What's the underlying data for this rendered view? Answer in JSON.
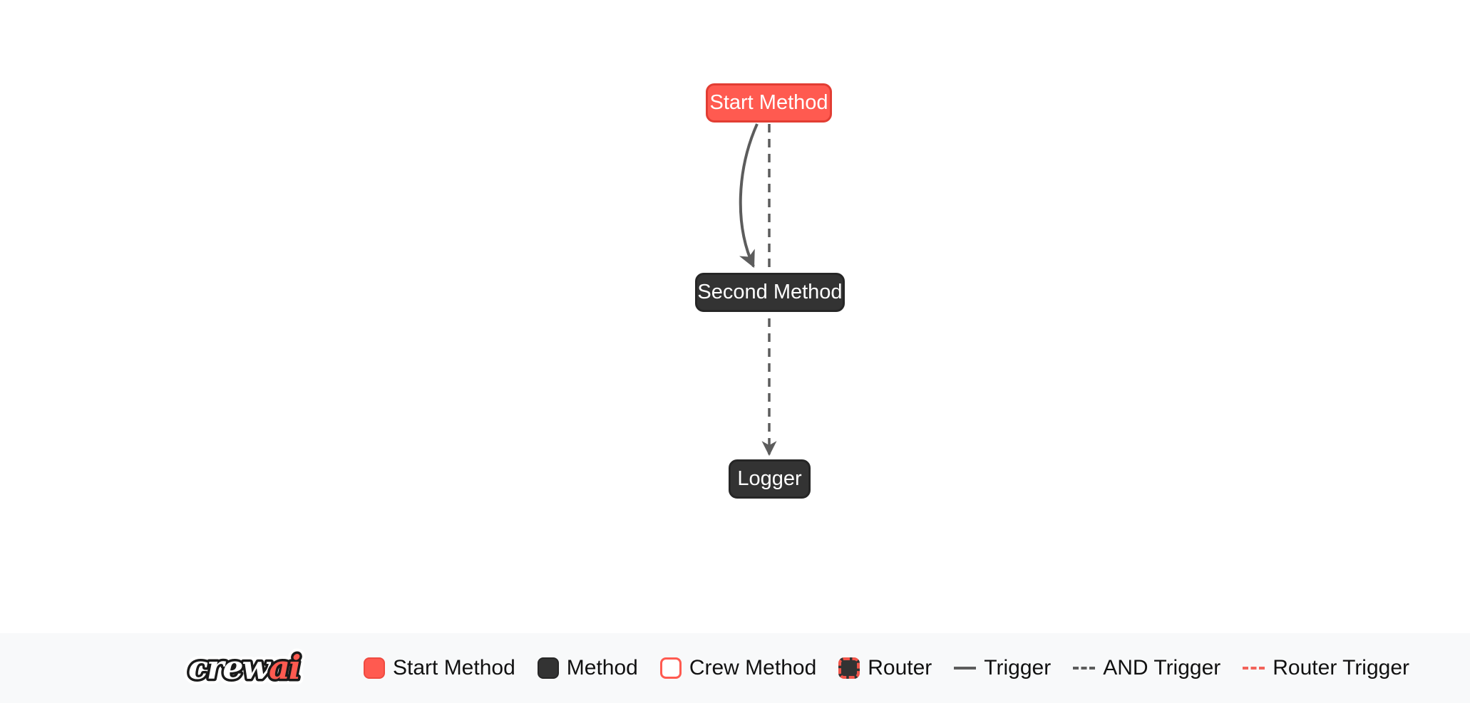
{
  "canvas": {
    "nodes": [
      {
        "label": "Start Method",
        "type": "start-method"
      },
      {
        "label": "Second Method",
        "type": "method"
      },
      {
        "label": "Logger",
        "type": "method"
      }
    ],
    "edges": [
      {
        "from": "Start Method",
        "to": "Second Method",
        "kind": "trigger",
        "style": "solid-curved-arrow"
      },
      {
        "from": "Start Method",
        "to": "Logger",
        "kind": "and-trigger",
        "style": "dashed-straight-arrow"
      }
    ]
  },
  "legend": {
    "logo": {
      "crew": "crew",
      "ai": "ai"
    },
    "items": [
      {
        "label": "Start Method",
        "swatch": "start-method-swatch"
      },
      {
        "label": "Method",
        "swatch": "method-swatch"
      },
      {
        "label": "Crew Method",
        "swatch": "crew-method-swatch"
      },
      {
        "label": "Router",
        "swatch": "router-swatch"
      },
      {
        "label": "Trigger",
        "swatch": "trigger-line"
      },
      {
        "label": "AND Trigger",
        "swatch": "and-trigger-line"
      },
      {
        "label": "Router Trigger",
        "swatch": "router-trigger-line"
      }
    ]
  },
  "colors": {
    "start_method_fill": "#ff5a50",
    "start_method_border": "#e23d33",
    "method_fill": "#333333",
    "edge_gray": "#5c5c5c",
    "router_trigger_red": "#f2635a",
    "legend_background": "#f8f9fa",
    "legend_text": "#111111"
  }
}
